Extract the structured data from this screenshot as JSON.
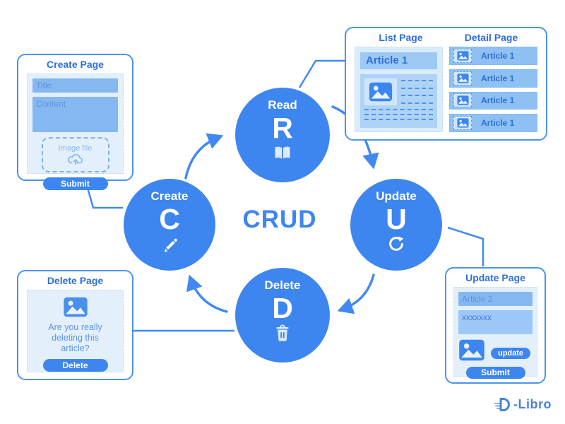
{
  "title": "CRUD",
  "colors": {
    "accent": "#3e86ef",
    "arrow": "#4189f0",
    "panel_border": "#4a94f0",
    "header_text": "#2d6fd9",
    "inner_bg": "#e3f0fc",
    "input_bg": "#85b8f0",
    "input_text": "#5d94e2",
    "article_box_bg": "#9dc9f5",
    "card_bg": "#aed3f6",
    "row_bg": "#8fc0f3",
    "thumb_bg": "#cde6fb",
    "update_box2_bg": "#9cc8f7",
    "update_box2_text": "#4b74d6",
    "logo_color": "#4a82dc"
  },
  "circles": [
    {
      "label": "Create",
      "letter": "C",
      "icon": "pencil-icon"
    },
    {
      "label": "Read",
      "letter": "R",
      "icon": "open-book-icon"
    },
    {
      "label": "Update",
      "letter": "U",
      "icon": "refresh-icon"
    },
    {
      "label": "Delete",
      "letter": "D",
      "icon": "trash-icon"
    }
  ],
  "panels": {
    "create_page": {
      "title": "Create Page",
      "title_field": "Title",
      "content_field": "Content",
      "upload_label": "Image file",
      "submit_label": "Submit"
    },
    "list_page": {
      "title": "List Page",
      "article_title": "Article 1"
    },
    "detail_page": {
      "title": "Detail Page",
      "items": [
        "Article 1",
        "Article 1",
        "Article 1",
        "Article 1"
      ]
    },
    "delete_page": {
      "title": "Delete Page",
      "confirm_text": "Are you really deleting this article?",
      "delete_label": "Delete"
    },
    "update_page": {
      "title": "Update Page",
      "title_value": "Article 2",
      "content_value": "xxxxxxx",
      "update_label": "update",
      "submit_label": "Submit"
    }
  },
  "logo": {
    "text": "-Libro"
  }
}
